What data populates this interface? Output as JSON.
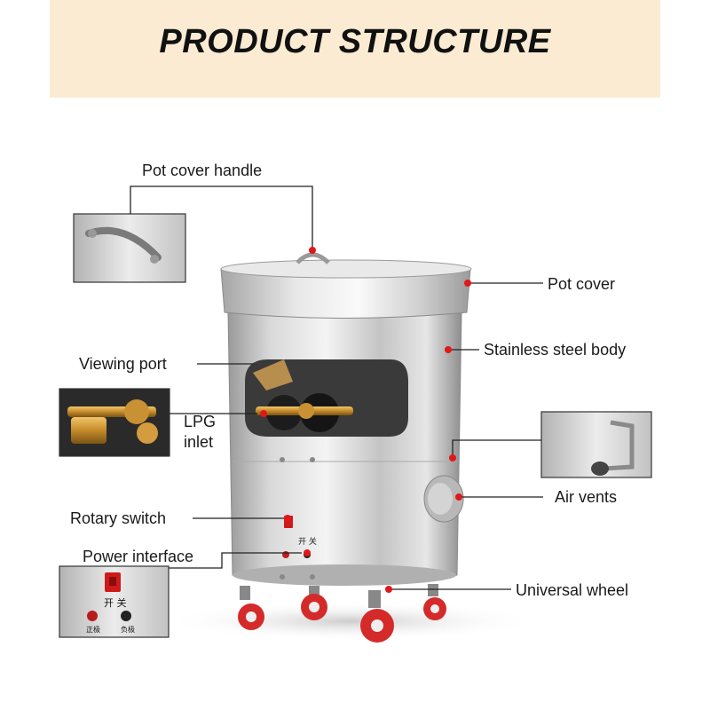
{
  "title": "PRODUCT STRUCTURE",
  "colors": {
    "banner": "#faebd2",
    "marker": "#e01818",
    "wheel": "#d42a2a",
    "leader": "#222222",
    "steel": "#c9c9c9"
  },
  "labels": {
    "pot_cover_handle": "Pot cover handle",
    "pot_cover": "Pot cover",
    "stainless_steel_body": "Stainless steel body",
    "viewing_port": "Viewing port",
    "lpg_inlet_line1": "LPG",
    "lpg_inlet_line2": "inlet",
    "air_vents": "Air vents",
    "rotary_switch": "Rotary switch",
    "power_interface": "Power interface",
    "universal_wheel": "Universal wheel"
  },
  "panel_text": {
    "switch_label": "开 关",
    "positive_label": "正极",
    "negative_label": "负极"
  },
  "icons": [
    "handle-icon",
    "switch-icon",
    "wheel-icon",
    "gas-valve-icon",
    "vent-handle-icon"
  ]
}
